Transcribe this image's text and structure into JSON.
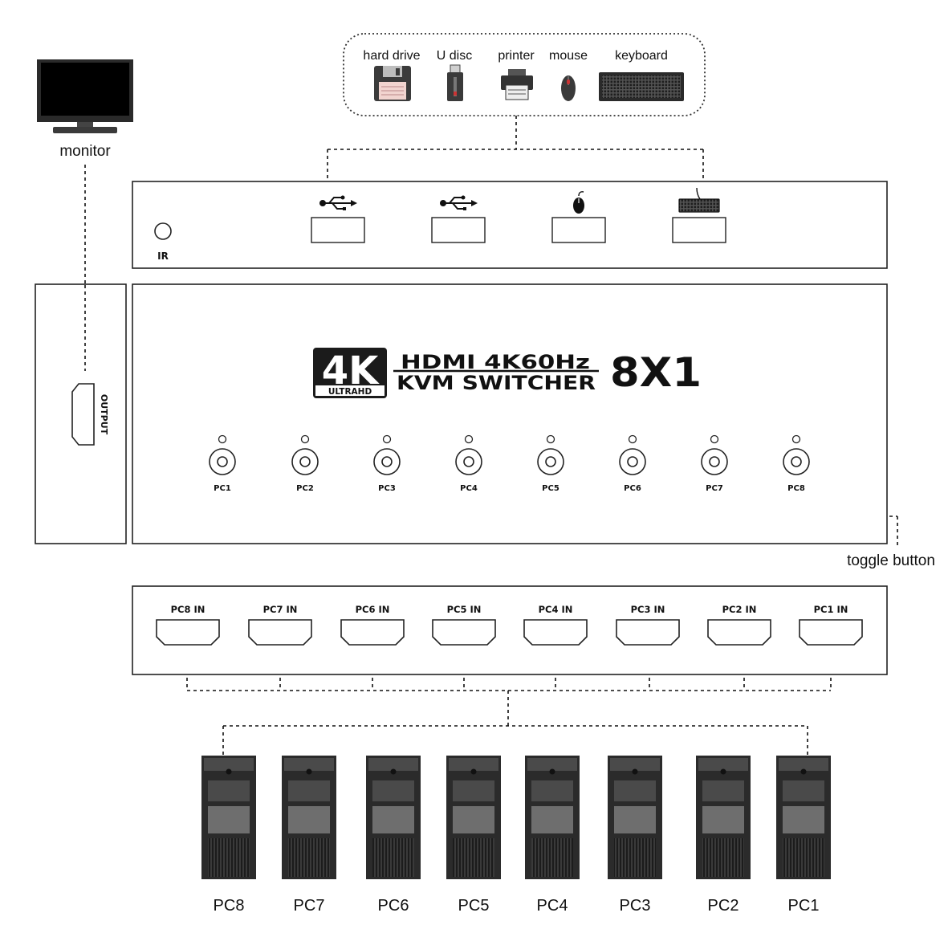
{
  "peripherals": {
    "hard_drive": "hard drive",
    "u_disc": "U disc",
    "printer": "printer",
    "mouse": "mouse",
    "keyboard": "keyboard"
  },
  "monitor_label": "monitor",
  "front_panel": {
    "ir_label": "IR"
  },
  "main_panel": {
    "badge_4k": "4K",
    "badge_ultrahd": "ULTRAHD",
    "title_line1": "HDMI 4K60Hz",
    "title_line2": "KVM SWITCHER",
    "title_ratio": "8X1",
    "output_label": "OUTPUT",
    "pc_buttons": [
      "PC1",
      "PC2",
      "PC3",
      "PC4",
      "PC5",
      "PC6",
      "PC7",
      "PC8"
    ]
  },
  "toggle_label": "toggle button",
  "rear_panel": {
    "inputs": [
      "PC8 IN",
      "PC7 IN",
      "PC6 IN",
      "PC5 IN",
      "PC4 IN",
      "PC3 IN",
      "PC2 IN",
      "PC1 IN"
    ]
  },
  "computers": [
    "PC8",
    "PC7",
    "PC6",
    "PC5",
    "PC4",
    "PC3",
    "PC2",
    "PC1"
  ],
  "colors": {
    "line": "#111111",
    "tower_dark": "#2b2b2b",
    "tower_mid": "#4a4a4a",
    "tower_panel": "#6e6e6e"
  }
}
